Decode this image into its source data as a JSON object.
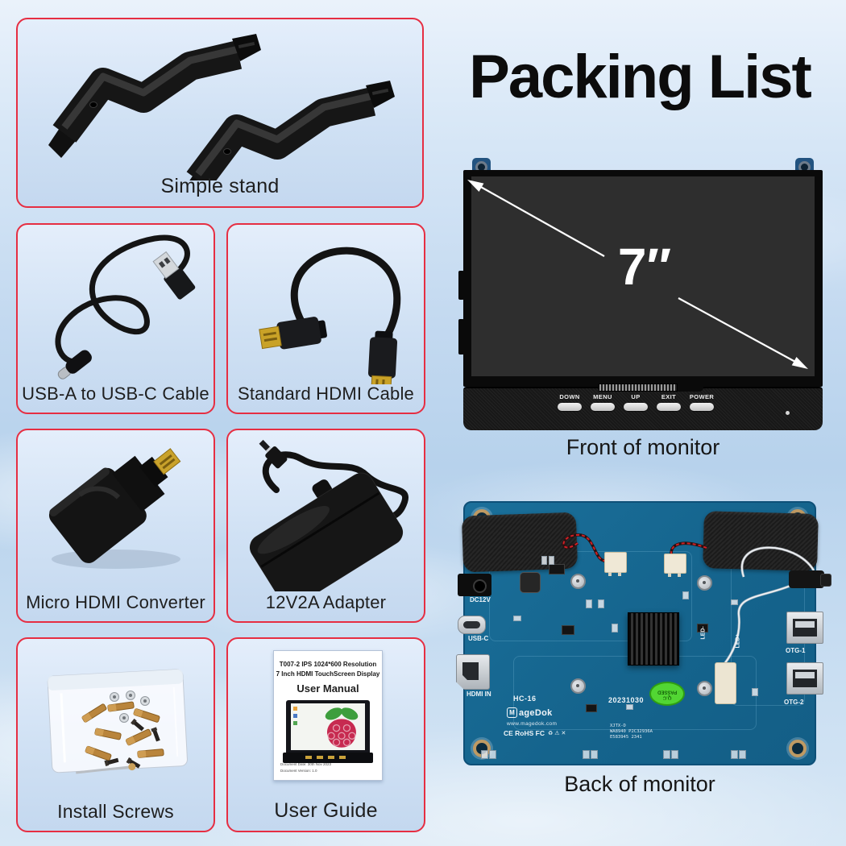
{
  "title": "Packing List",
  "colors": {
    "accent_red": "#e62e42",
    "pcb_blue": "#15648d",
    "sticker_green": "#52d633",
    "sky_blue": "#c3d9f0"
  },
  "items": [
    {
      "label": "Simple stand"
    },
    {
      "label": "USB-A to USB-C Cable"
    },
    {
      "label": "Standard HDMI Cable"
    },
    {
      "label": "Micro HDMI Converter"
    },
    {
      "label": "12V2A Adapter"
    },
    {
      "label": "Install Screws"
    },
    {
      "label": "User Guide"
    }
  ],
  "front_monitor": {
    "size_label": "7″",
    "caption": "Front of monitor",
    "buttons": [
      "DOWN",
      "MENU",
      "UP",
      "EXIT",
      "POWER"
    ]
  },
  "back_monitor": {
    "caption": "Back of monitor",
    "labels": {
      "dc12v": "DC12V",
      "usb_c": "USB-C",
      "hdmi_in": "HDMI IN",
      "otg_1": "OTG-1",
      "otg_2": "OTG-2",
      "led_minus": "LED-",
      "led_plus": "LED+",
      "model": "HC-16",
      "brand_initial": "M",
      "brand_rest": "ageDok",
      "website": "www.magedok.com",
      "certs": "CE RoHS FC",
      "cert_icons": "♻ ⚠ ✕",
      "date_code": "20231030",
      "code_line1": "XJTX-D",
      "code_line2": "WA8940  P2C32936A",
      "code_line3": "E583945  2341",
      "qc_line1": "Q.C",
      "qc_line2": "PASSED"
    }
  },
  "user_guide_page": {
    "line1": "T007-2 IPS 1024*600 Resolution",
    "line2": "7 Inch HDMI TouchScreen Display",
    "line3": "User Manual",
    "doc_date": "Document Date: 30th Nov 2023",
    "doc_version": "Document Version: 1.0"
  }
}
